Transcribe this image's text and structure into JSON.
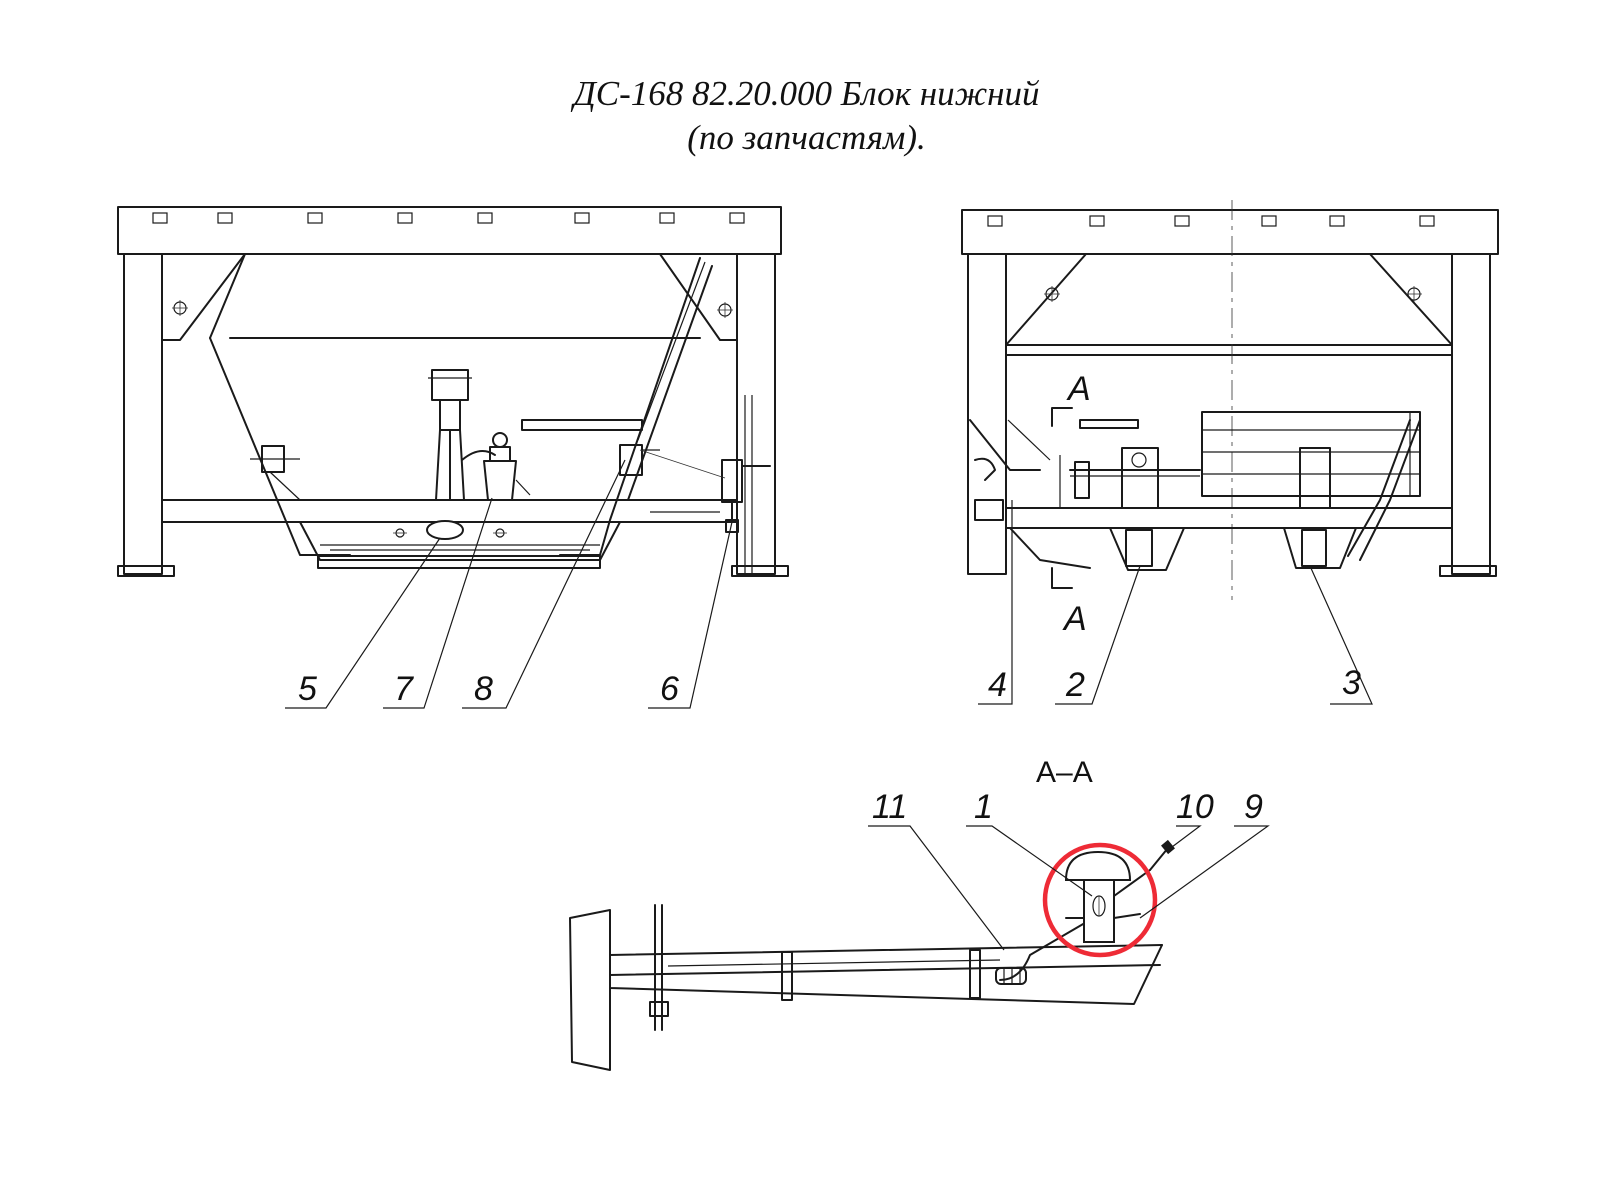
{
  "title": {
    "line1": "ДС-168 82.20.000 Блок нижний",
    "line2": "(по запчастям)."
  },
  "callouts": {
    "c1": "1",
    "c2": "2",
    "c3": "3",
    "c4": "4",
    "c5": "5",
    "c6": "6",
    "c7": "7",
    "c8": "8",
    "c9": "9",
    "c10": "10",
    "c11": "11"
  },
  "section": {
    "name": "А–А",
    "cut_top": "А",
    "cut_bottom": "А"
  },
  "highlight": {
    "color": "#ee2b36",
    "target_part": "1"
  }
}
